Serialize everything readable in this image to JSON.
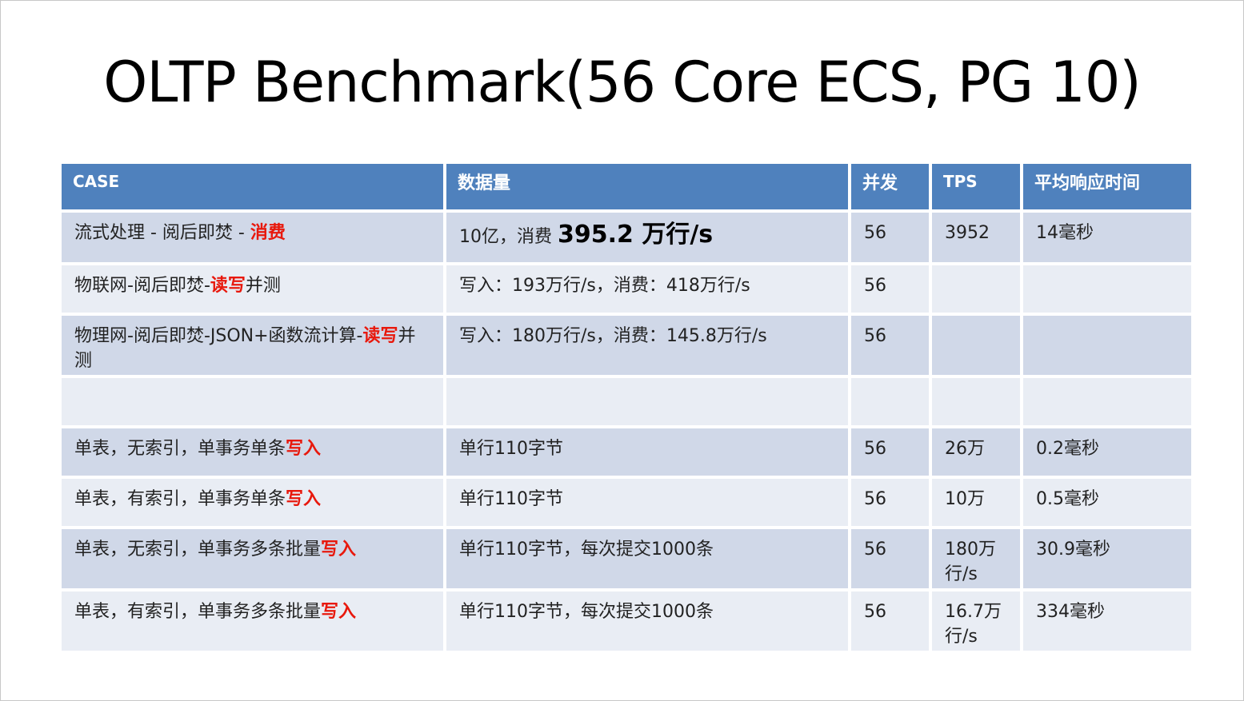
{
  "title": "OLTP Benchmark(56 Core ECS, PG 10)",
  "colors": {
    "header_bg": "#4f81bd",
    "row_dark": "#d0d8e8",
    "row_light": "#e9edf4",
    "highlight_red": "#e8180c"
  },
  "table": {
    "headers": [
      "CASE",
      "数据量",
      "并发",
      "TPS",
      "平均响应时间"
    ],
    "rows": [
      {
        "case_prefix": "流式处理 - 阅后即焚 - ",
        "case_red": "消费",
        "case_suffix": "",
        "data_prefix": "10亿，消费 ",
        "data_big": "395.2 万行/s",
        "concurrency": "56",
        "tps": "3952",
        "latency": "14毫秒"
      },
      {
        "case_prefix": "物联网-阅后即焚-",
        "case_red": "读写",
        "case_suffix": "并测",
        "data": "写入：193万行/s，消费：418万行/s",
        "concurrency": "56",
        "tps": "",
        "latency": ""
      },
      {
        "case_prefix": "物理网-阅后即焚-JSON+函数流计算-",
        "case_red": "读写",
        "case_suffix": "并测",
        "data": "写入：180万行/s，消费：145.8万行/s",
        "concurrency": "56",
        "tps": "",
        "latency": ""
      },
      {
        "case_prefix": "",
        "case_red": "",
        "case_suffix": "",
        "data": "",
        "concurrency": "",
        "tps": "",
        "latency": ""
      },
      {
        "case_prefix": "单表，无索引，单事务单条",
        "case_red": "写入",
        "case_suffix": "",
        "data": "单行110字节",
        "concurrency": "56",
        "tps": "26万",
        "latency": "0.2毫秒"
      },
      {
        "case_prefix": "单表，有索引，单事务单条",
        "case_red": "写入",
        "case_suffix": "",
        "data": "单行110字节",
        "concurrency": "56",
        "tps": "10万",
        "latency": "0.5毫秒"
      },
      {
        "case_prefix": "单表，无索引，单事务多条批量",
        "case_red": "写入",
        "case_suffix": "",
        "data": "单行110字节，每次提交1000条",
        "concurrency": "56",
        "tps": "180万行/s",
        "latency": "30.9毫秒"
      },
      {
        "case_prefix": "单表，有索引，单事务多条批量",
        "case_red": "写入",
        "case_suffix": "",
        "data": "单行110字节，每次提交1000条",
        "concurrency": "56",
        "tps": "16.7万行/s",
        "latency": "334毫秒"
      }
    ]
  }
}
